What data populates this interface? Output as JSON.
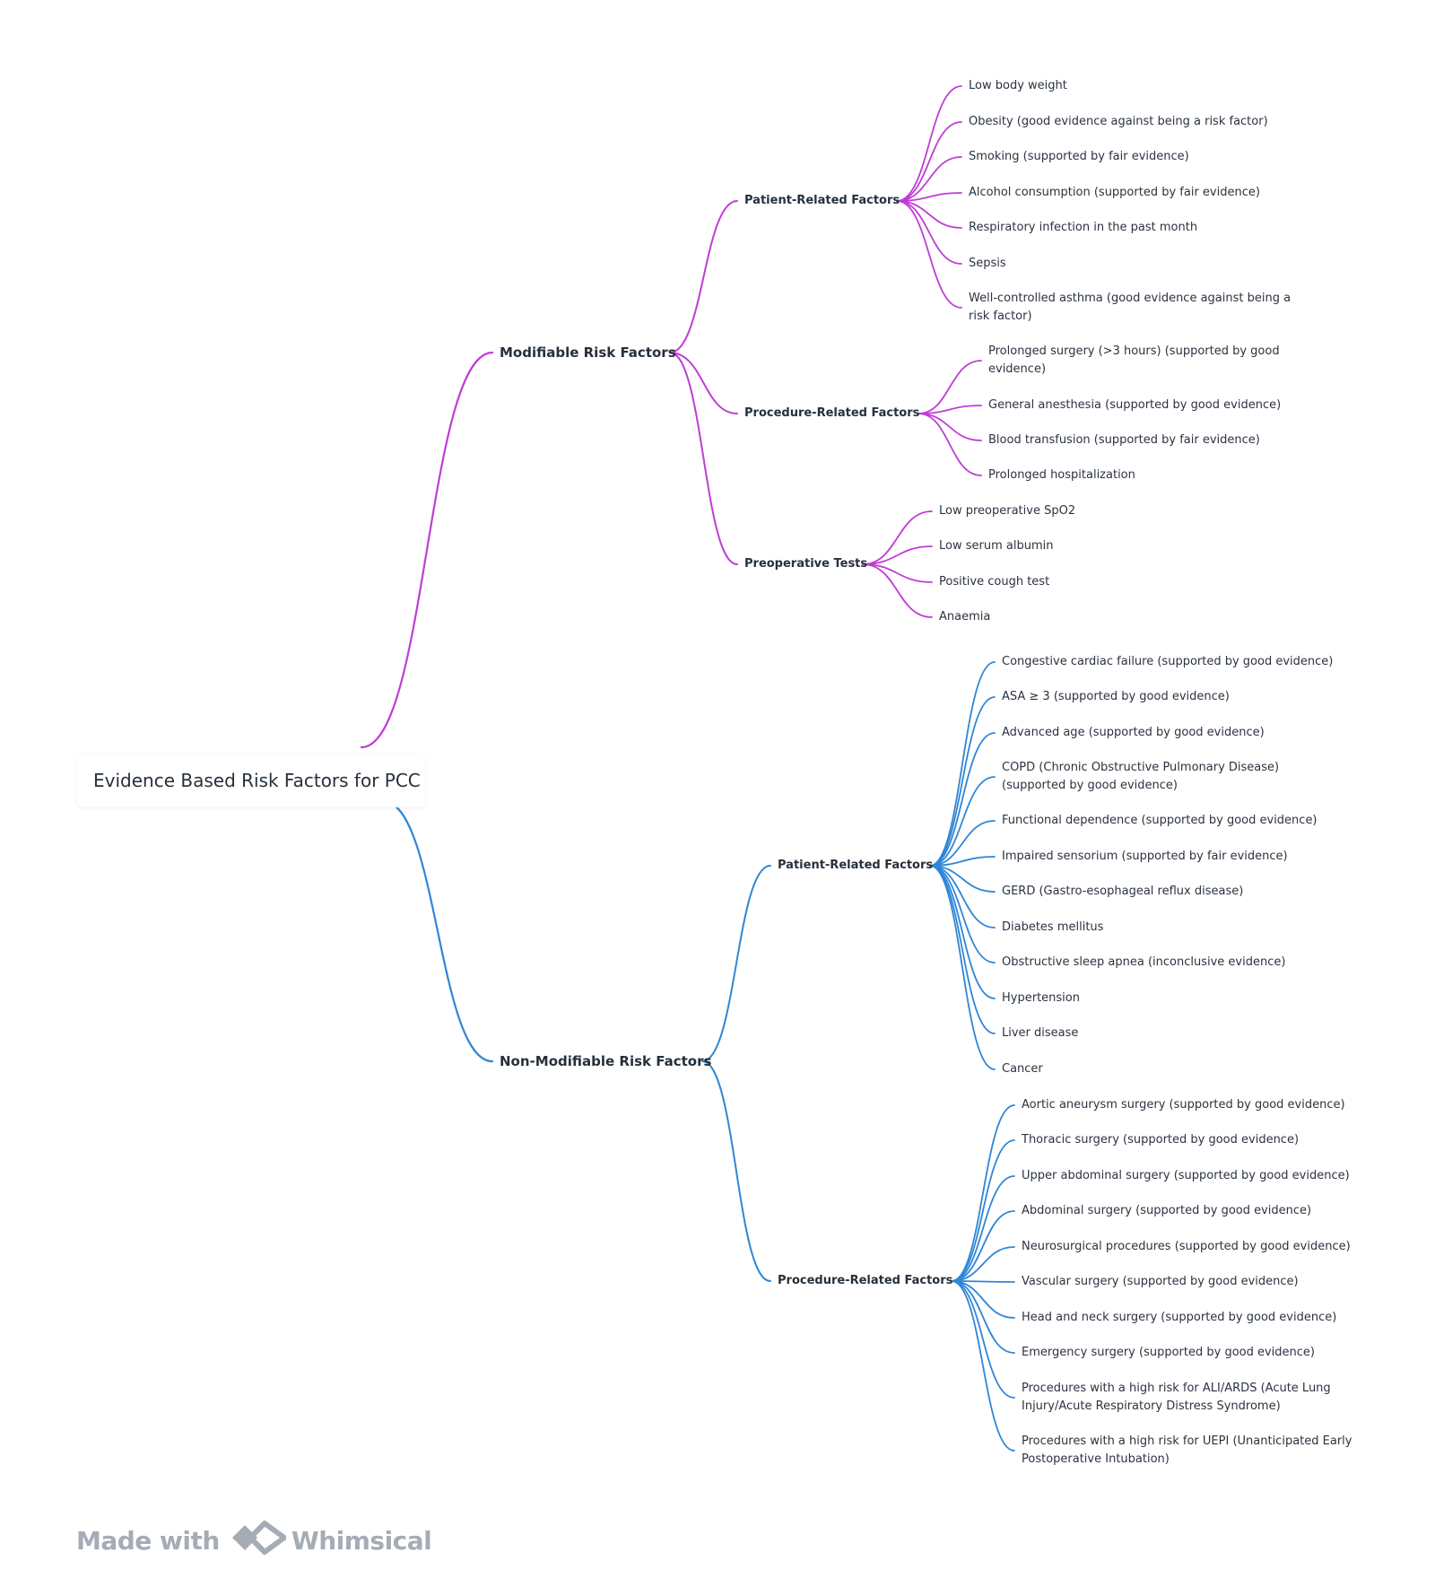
{
  "root": "Evidence Based Risk Factors for PCC",
  "colors": {
    "modifiable": "#c03cd6",
    "non_modifiable": "#2f86d6"
  },
  "branches": [
    {
      "label": "Modifiable Risk Factors",
      "color": "modifiable",
      "groups": [
        {
          "label": "Patient-Related Factors",
          "items": [
            "Low body weight",
            "Obesity (good evidence against being a risk factor)",
            "Smoking (supported by fair evidence)",
            "Alcohol consumption (supported by fair evidence)",
            "Respiratory infection in the past month",
            "Sepsis",
            "Well-controlled asthma (good evidence against being a risk factor)"
          ]
        },
        {
          "label": "Procedure-Related Factors",
          "items": [
            "Prolonged surgery (>3 hours) (supported by good evidence)",
            "General anesthesia (supported by good evidence)",
            "Blood transfusion (supported by fair evidence)",
            "Prolonged hospitalization"
          ]
        },
        {
          "label": "Preoperative Tests",
          "items": [
            "Low preoperative SpO2",
            "Low serum albumin",
            "Positive cough test",
            "Anaemia"
          ]
        }
      ]
    },
    {
      "label": "Non-Modifiable Risk Factors",
      "color": "non_modifiable",
      "groups": [
        {
          "label": "Patient-Related Factors",
          "items": [
            "Congestive cardiac failure (supported by good evidence)",
            "ASA ≥ 3 (supported by good evidence)",
            "Advanced age (supported by good evidence)",
            "COPD (Chronic Obstructive Pulmonary Disease) (supported by good evidence)",
            "Functional dependence (supported by good evidence)",
            "Impaired sensorium (supported by fair evidence)",
            "GERD (Gastro-esophageal reflux disease)",
            "Diabetes mellitus",
            "Obstructive sleep apnea (inconclusive evidence)",
            "Hypertension",
            "Liver disease",
            "Cancer"
          ]
        },
        {
          "label": "Procedure-Related Factors",
          "items": [
            "Aortic aneurysm surgery (supported by good evidence)",
            "Thoracic surgery (supported by good evidence)",
            "Upper abdominal surgery (supported by good evidence)",
            "Abdominal surgery (supported by good evidence)",
            "Neurosurgical procedures (supported by good evidence)",
            "Vascular surgery (supported by good evidence)",
            "Head and neck surgery (supported by good evidence)",
            "Emergency surgery (supported by good evidence)",
            "Procedures with a high risk for ALI/ARDS (Acute Lung Injury/Acute Respiratory Distress Syndrome)",
            "Procedures with a high risk for UEPI (Unanticipated Early Postoperative Intubation)"
          ]
        }
      ]
    }
  ],
  "footer": {
    "prefix": "Made with",
    "brand": "Whimsical",
    "logo_icon": "whimsical-logo-icon"
  }
}
